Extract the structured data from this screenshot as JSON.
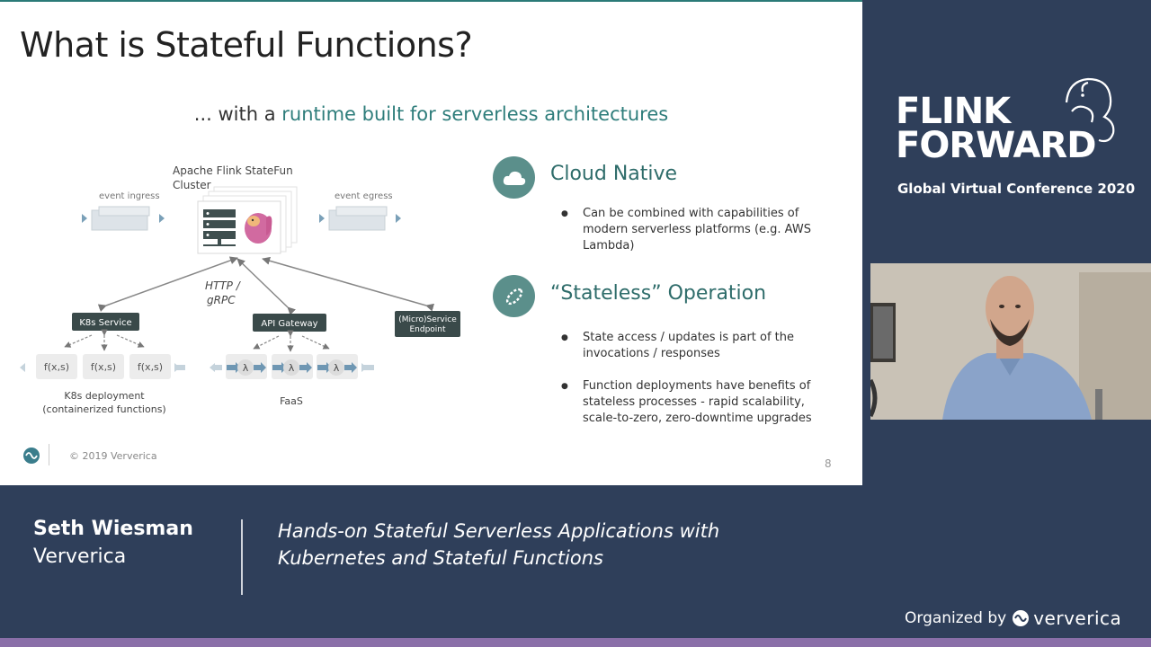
{
  "slide": {
    "title": "What is Stateful Functions?",
    "subtitle_prefix": "... with a ",
    "subtitle_highlight": "runtime built for serverless architectures",
    "page_number": "8",
    "copyright": "© 2019 Ververica"
  },
  "diagram": {
    "cluster_label_line1": "Apache Flink StateFun",
    "cluster_label_line2": "Cluster",
    "event_ingress": "event ingress",
    "event_egress": "event egress",
    "protocol_line1": "HTTP /",
    "protocol_line2": "gRPC",
    "k8s_service": "K8s Service",
    "api_gateway": "API Gateway",
    "micro_service_line1": "(Micro)Service",
    "micro_service_line2": "Endpoint",
    "function_label": "f(x,s)",
    "lambda_label": "λ",
    "k8s_deployment_line1": "K8s deployment",
    "k8s_deployment_line2": "(containerized functions)",
    "faas_label": "FaaS"
  },
  "features": [
    {
      "title": "Cloud Native",
      "bullets": [
        "Can be combined with capabilities of modern serverless platforms (e.g. AWS Lambda)"
      ]
    },
    {
      "title": "“Stateless” Operation",
      "bullets": [
        "State access / updates is part of the invocations / responses",
        "Function deployments have benefits of stateless processes - rapid scalability, scale-to-zero, zero-downtime upgrades"
      ]
    }
  ],
  "branding": {
    "line1": "FLINK",
    "line2": "FORWARD",
    "conference": "Global Virtual Conference 2020",
    "organized_by": "Organized by",
    "organizer": "ververica"
  },
  "lower_third": {
    "speaker_name": "Seth Wiesman",
    "speaker_org": "Ververica",
    "talk_line1": "Hands-on Stateful Serverless Applications with",
    "talk_line2": "Kubernetes and Stateful Functions"
  },
  "colors": {
    "background": "#2f3f5a",
    "accent_teal": "#2e7d7b",
    "dark_box": "#3a4a4a",
    "bottom_bar": "#8a6fa8"
  }
}
